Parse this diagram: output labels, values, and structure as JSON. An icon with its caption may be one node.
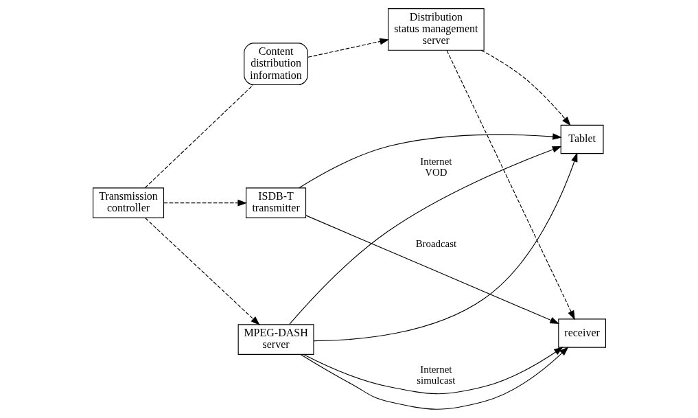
{
  "diagram": {
    "nodes": [
      {
        "text": [
          "Distribution status management server"
        ]
      },
      {
        "text": [
          "Content distribution information"
        ]
      },
      {
        "text": [
          "receiver"
        ]
      },
      {
        "text": [
          "ISDB-T transmitter"
        ]
      },
      {
        "text": [
          "Transmission controller"
        ]
      },
      {
        "text": [
          "Tablet"
        ]
      },
      {
        "text": [
          "MPEG-DASH server"
        ]
      }
    ],
    "edges": [
      {
        "from": 4,
        "to": 1,
        "arrow": "none",
        "style": "dashed"
      },
      {
        "from": 1,
        "to": 0,
        "arrow": "to",
        "style": "dashed"
      },
      {
        "from": 0,
        "to": 2,
        "arrow": "to",
        "style": "dashed"
      },
      {
        "from": 0,
        "to": 5,
        "arrow": "to",
        "style": "dashed"
      },
      {
        "from": 4,
        "to": 3,
        "arrow": "to",
        "style": "dashed"
      },
      {
        "from": 4,
        "to": 6,
        "arrow": "to",
        "style": "dashed"
      },
      {
        "from": 3,
        "to": 2,
        "arrow": "to",
        "label": "Broadcast"
      },
      {
        "from": 3,
        "to": 5,
        "arrow": "to"
      },
      {
        "from": 6,
        "to": 2,
        "arrow": "to",
        "label": "Internet simulcast"
      },
      {
        "from": 6,
        "to": 5,
        "arrow": "to"
      },
      {
        "from": 6,
        "to": 2,
        "arrow": "to"
      },
      {
        "from": 6,
        "to": 5,
        "arrow": "to",
        "label": "Internet VOD"
      }
    ]
  }
}
